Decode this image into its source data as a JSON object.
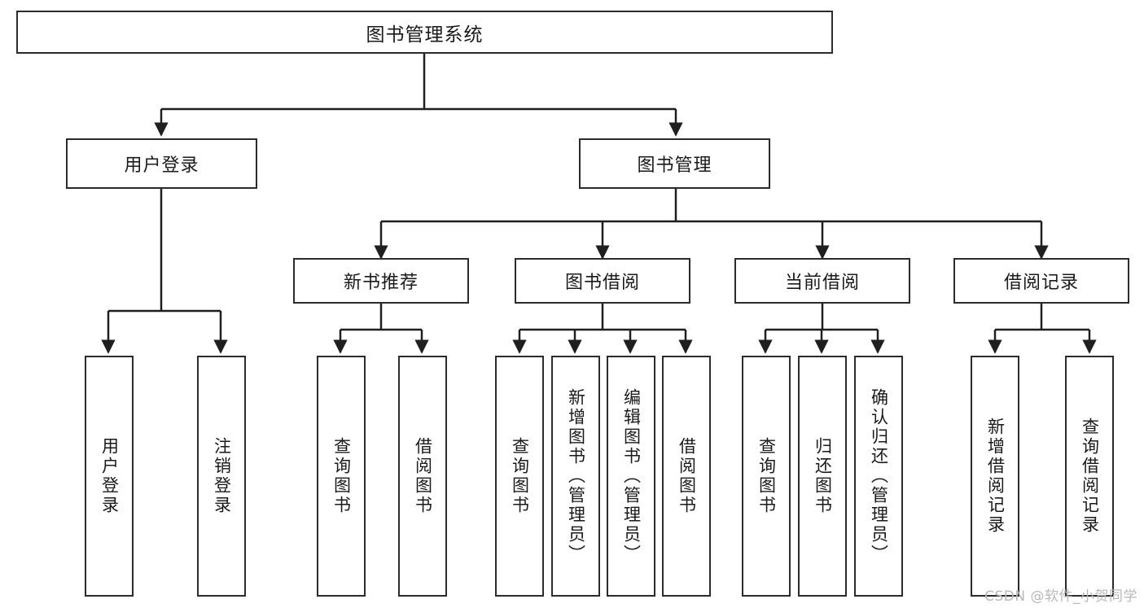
{
  "diagram": {
    "title": "图书管理系统",
    "type": "tree",
    "watermark": "CSDN @软件_小贺同学",
    "colors": {
      "box_border": "#2b2b2b",
      "box_fill": "#ffffff",
      "connector": "#1f1f1f",
      "text": "#1a1a1a",
      "watermark": "#b8b8b8",
      "background": "#ffffff"
    },
    "root": {
      "label": "图书管理系统"
    },
    "level1": [
      {
        "label": "用户登录"
      },
      {
        "label": "图书管理"
      }
    ],
    "level2": [
      {
        "label": "新书推荐"
      },
      {
        "label": "图书借阅"
      },
      {
        "label": "当前借阅"
      },
      {
        "label": "借阅记录"
      }
    ],
    "leaves": {
      "user_login": [
        {
          "label": "用户登录"
        },
        {
          "label": "注销登录"
        }
      ],
      "new_book_recommend": [
        {
          "label": "查询图书"
        },
        {
          "label": "借阅图书"
        }
      ],
      "book_borrow": [
        {
          "label": "查询图书"
        },
        {
          "label": "新增图书（管理员）"
        },
        {
          "label": "编辑图书（管理员）"
        },
        {
          "label": "借阅图书"
        }
      ],
      "current_borrow": [
        {
          "label": "查询图书"
        },
        {
          "label": "归还图书"
        },
        {
          "label": "确认归还（管理员）"
        }
      ],
      "borrow_record": [
        {
          "label": "新增借阅记录"
        },
        {
          "label": "查询借阅记录"
        }
      ]
    }
  }
}
